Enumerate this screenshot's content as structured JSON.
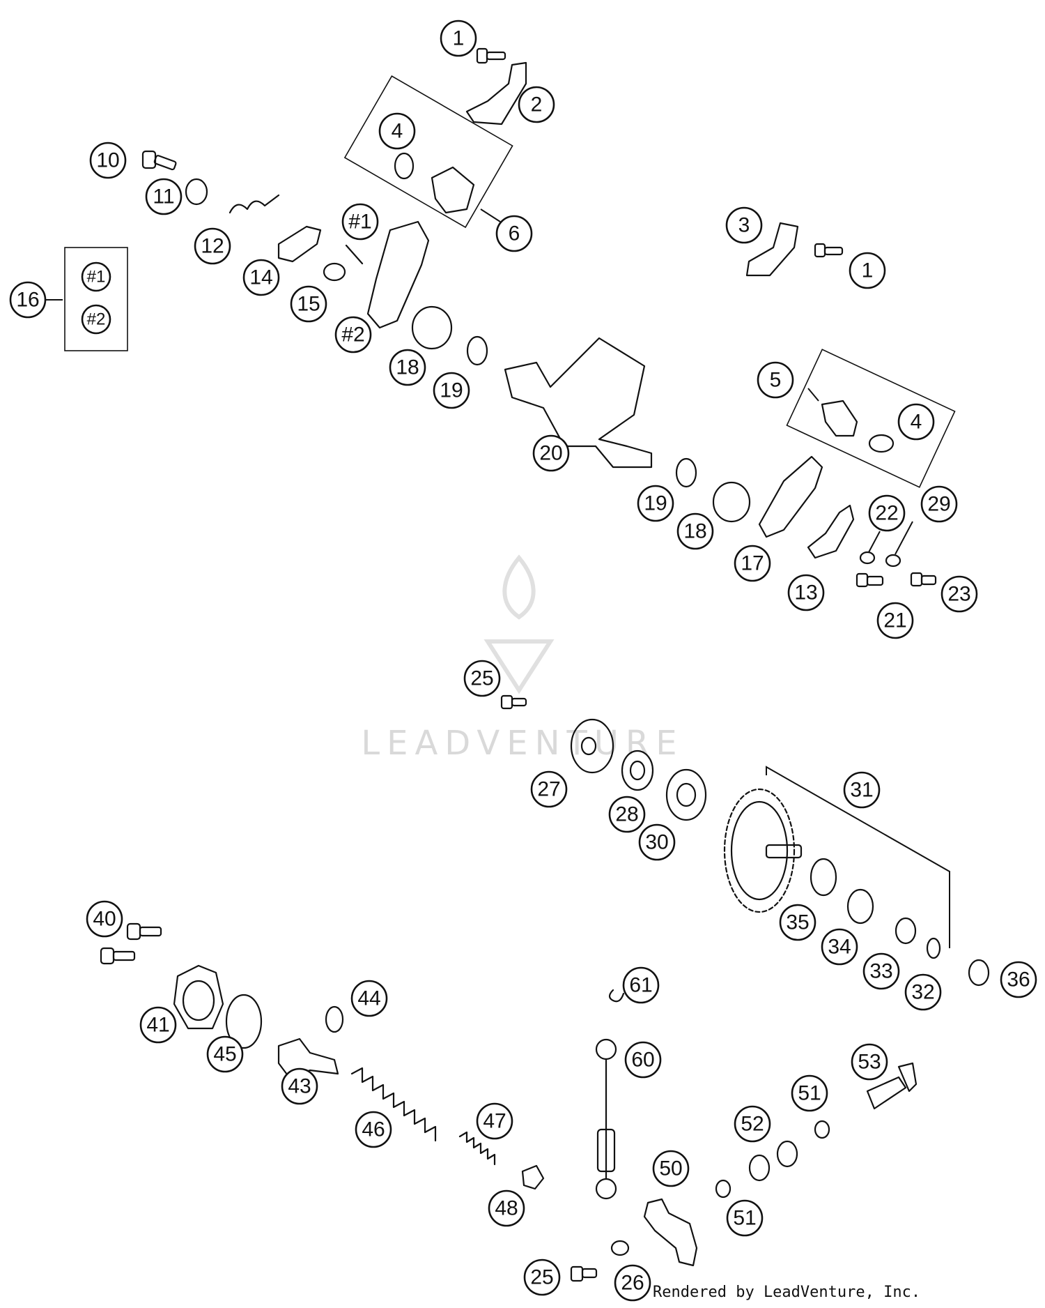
{
  "watermark": {
    "text": "LEADVENTURE"
  },
  "credit": {
    "text": "Rendered by LeadVenture, Inc."
  },
  "kit_box": {
    "label": "16",
    "items": [
      "#1",
      "#2"
    ]
  },
  "callouts": [
    {
      "id": "c1a",
      "label": "1"
    },
    {
      "id": "c2",
      "label": "2"
    },
    {
      "id": "c4a",
      "label": "4"
    },
    {
      "id": "c6",
      "label": "6"
    },
    {
      "id": "c10",
      "label": "10"
    },
    {
      "id": "c11",
      "label": "11"
    },
    {
      "id": "c12",
      "label": "12"
    },
    {
      "id": "c14",
      "label": "14"
    },
    {
      "id": "c15",
      "label": "15"
    },
    {
      "id": "cs1",
      "label": "#1"
    },
    {
      "id": "cs2",
      "label": "#2"
    },
    {
      "id": "c18a",
      "label": "18"
    },
    {
      "id": "c19a",
      "label": "19"
    },
    {
      "id": "c3",
      "label": "3"
    },
    {
      "id": "c1b",
      "label": "1"
    },
    {
      "id": "c5",
      "label": "5"
    },
    {
      "id": "c4b",
      "label": "4"
    },
    {
      "id": "c20",
      "label": "20"
    },
    {
      "id": "c19b",
      "label": "19"
    },
    {
      "id": "c18b",
      "label": "18"
    },
    {
      "id": "c17",
      "label": "17"
    },
    {
      "id": "c22",
      "label": "22"
    },
    {
      "id": "c29",
      "label": "29"
    },
    {
      "id": "c13",
      "label": "13"
    },
    {
      "id": "c23",
      "label": "23"
    },
    {
      "id": "c21",
      "label": "21"
    },
    {
      "id": "c25a",
      "label": "25"
    },
    {
      "id": "c27",
      "label": "27"
    },
    {
      "id": "c28",
      "label": "28"
    },
    {
      "id": "c30",
      "label": "30"
    },
    {
      "id": "c31",
      "label": "31"
    },
    {
      "id": "c35",
      "label": "35"
    },
    {
      "id": "c34",
      "label": "34"
    },
    {
      "id": "c33",
      "label": "33"
    },
    {
      "id": "c32",
      "label": "32"
    },
    {
      "id": "c36",
      "label": "36"
    },
    {
      "id": "c40",
      "label": "40"
    },
    {
      "id": "c41",
      "label": "41"
    },
    {
      "id": "c45",
      "label": "45"
    },
    {
      "id": "c44",
      "label": "44"
    },
    {
      "id": "c43",
      "label": "43"
    },
    {
      "id": "c46",
      "label": "46"
    },
    {
      "id": "c47",
      "label": "47"
    },
    {
      "id": "c48",
      "label": "48"
    },
    {
      "id": "c61",
      "label": "61"
    },
    {
      "id": "c60",
      "label": "60"
    },
    {
      "id": "c53",
      "label": "53"
    },
    {
      "id": "c51a",
      "label": "51"
    },
    {
      "id": "c52",
      "label": "52"
    },
    {
      "id": "c50",
      "label": "50"
    },
    {
      "id": "c51b",
      "label": "51"
    },
    {
      "id": "c25b",
      "label": "25"
    },
    {
      "id": "c26",
      "label": "26"
    }
  ]
}
